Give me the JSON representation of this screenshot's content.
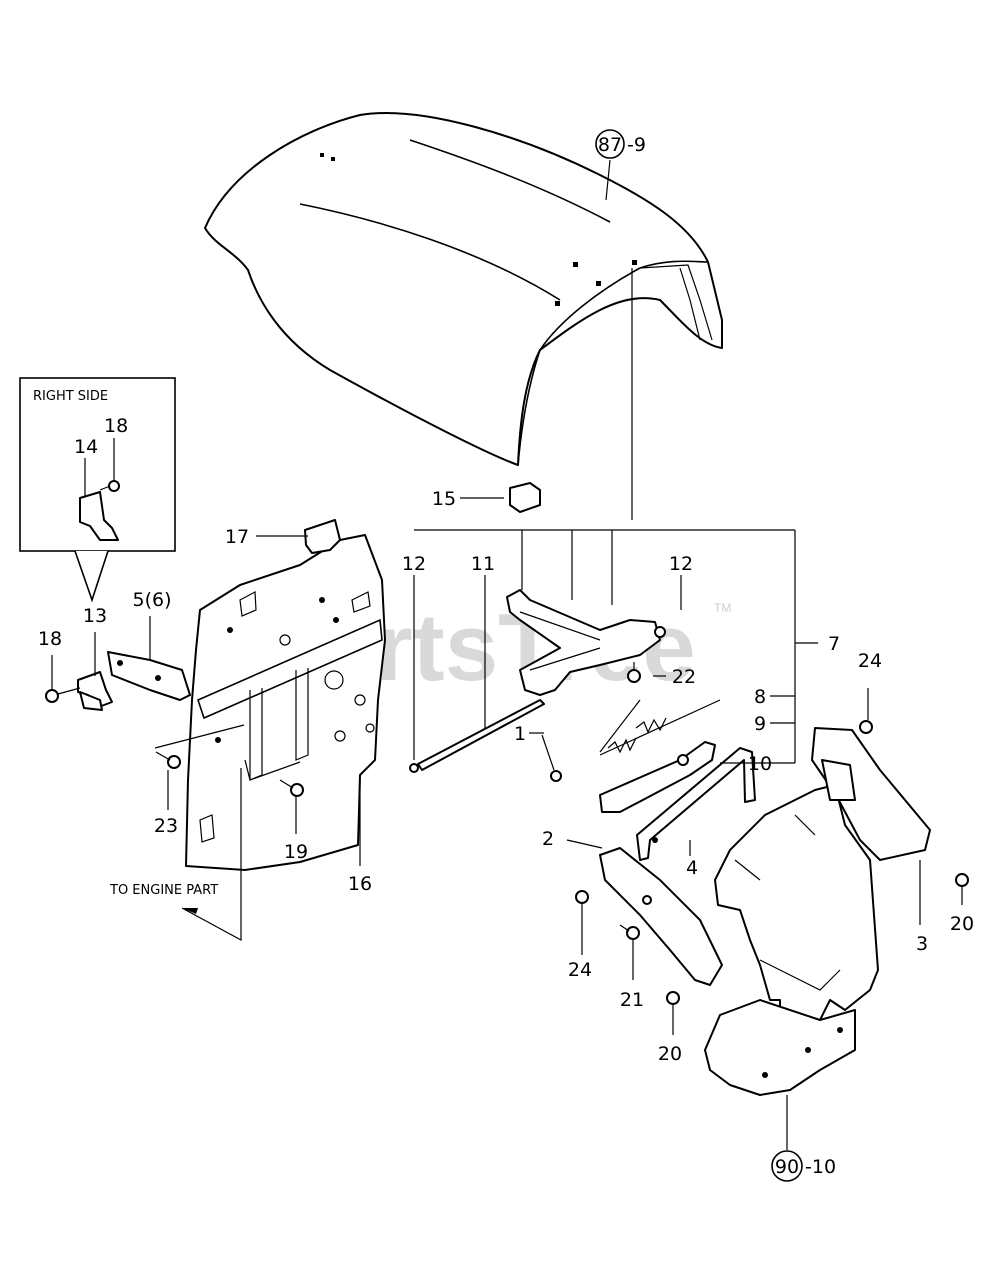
{
  "watermark": {
    "text": "PartsTree",
    "trademark": "TM"
  },
  "inset": {
    "title": "RIGHT SIDE",
    "labels": [
      "14",
      "18"
    ]
  },
  "note": {
    "text": "TO ENGINE PART"
  },
  "refs": [
    {
      "num": "87",
      "suffix": "-9"
    },
    {
      "num": "90",
      "suffix": "-10"
    }
  ],
  "callouts": {
    "c1": "1",
    "c2": "2",
    "c3": "3",
    "c4": "4",
    "c5_6": "5(6)",
    "c7": "7",
    "c8": "8",
    "c9": "9",
    "c10": "10",
    "c11": "11",
    "c12a": "12",
    "c12b": "12",
    "c13": "13",
    "c15": "15",
    "c16": "16",
    "c17": "17",
    "c18": "18",
    "c19": "19",
    "c20a": "20",
    "c20b": "20",
    "c21": "21",
    "c22": "22",
    "c23": "23",
    "c24a": "24",
    "c24b": "24"
  }
}
